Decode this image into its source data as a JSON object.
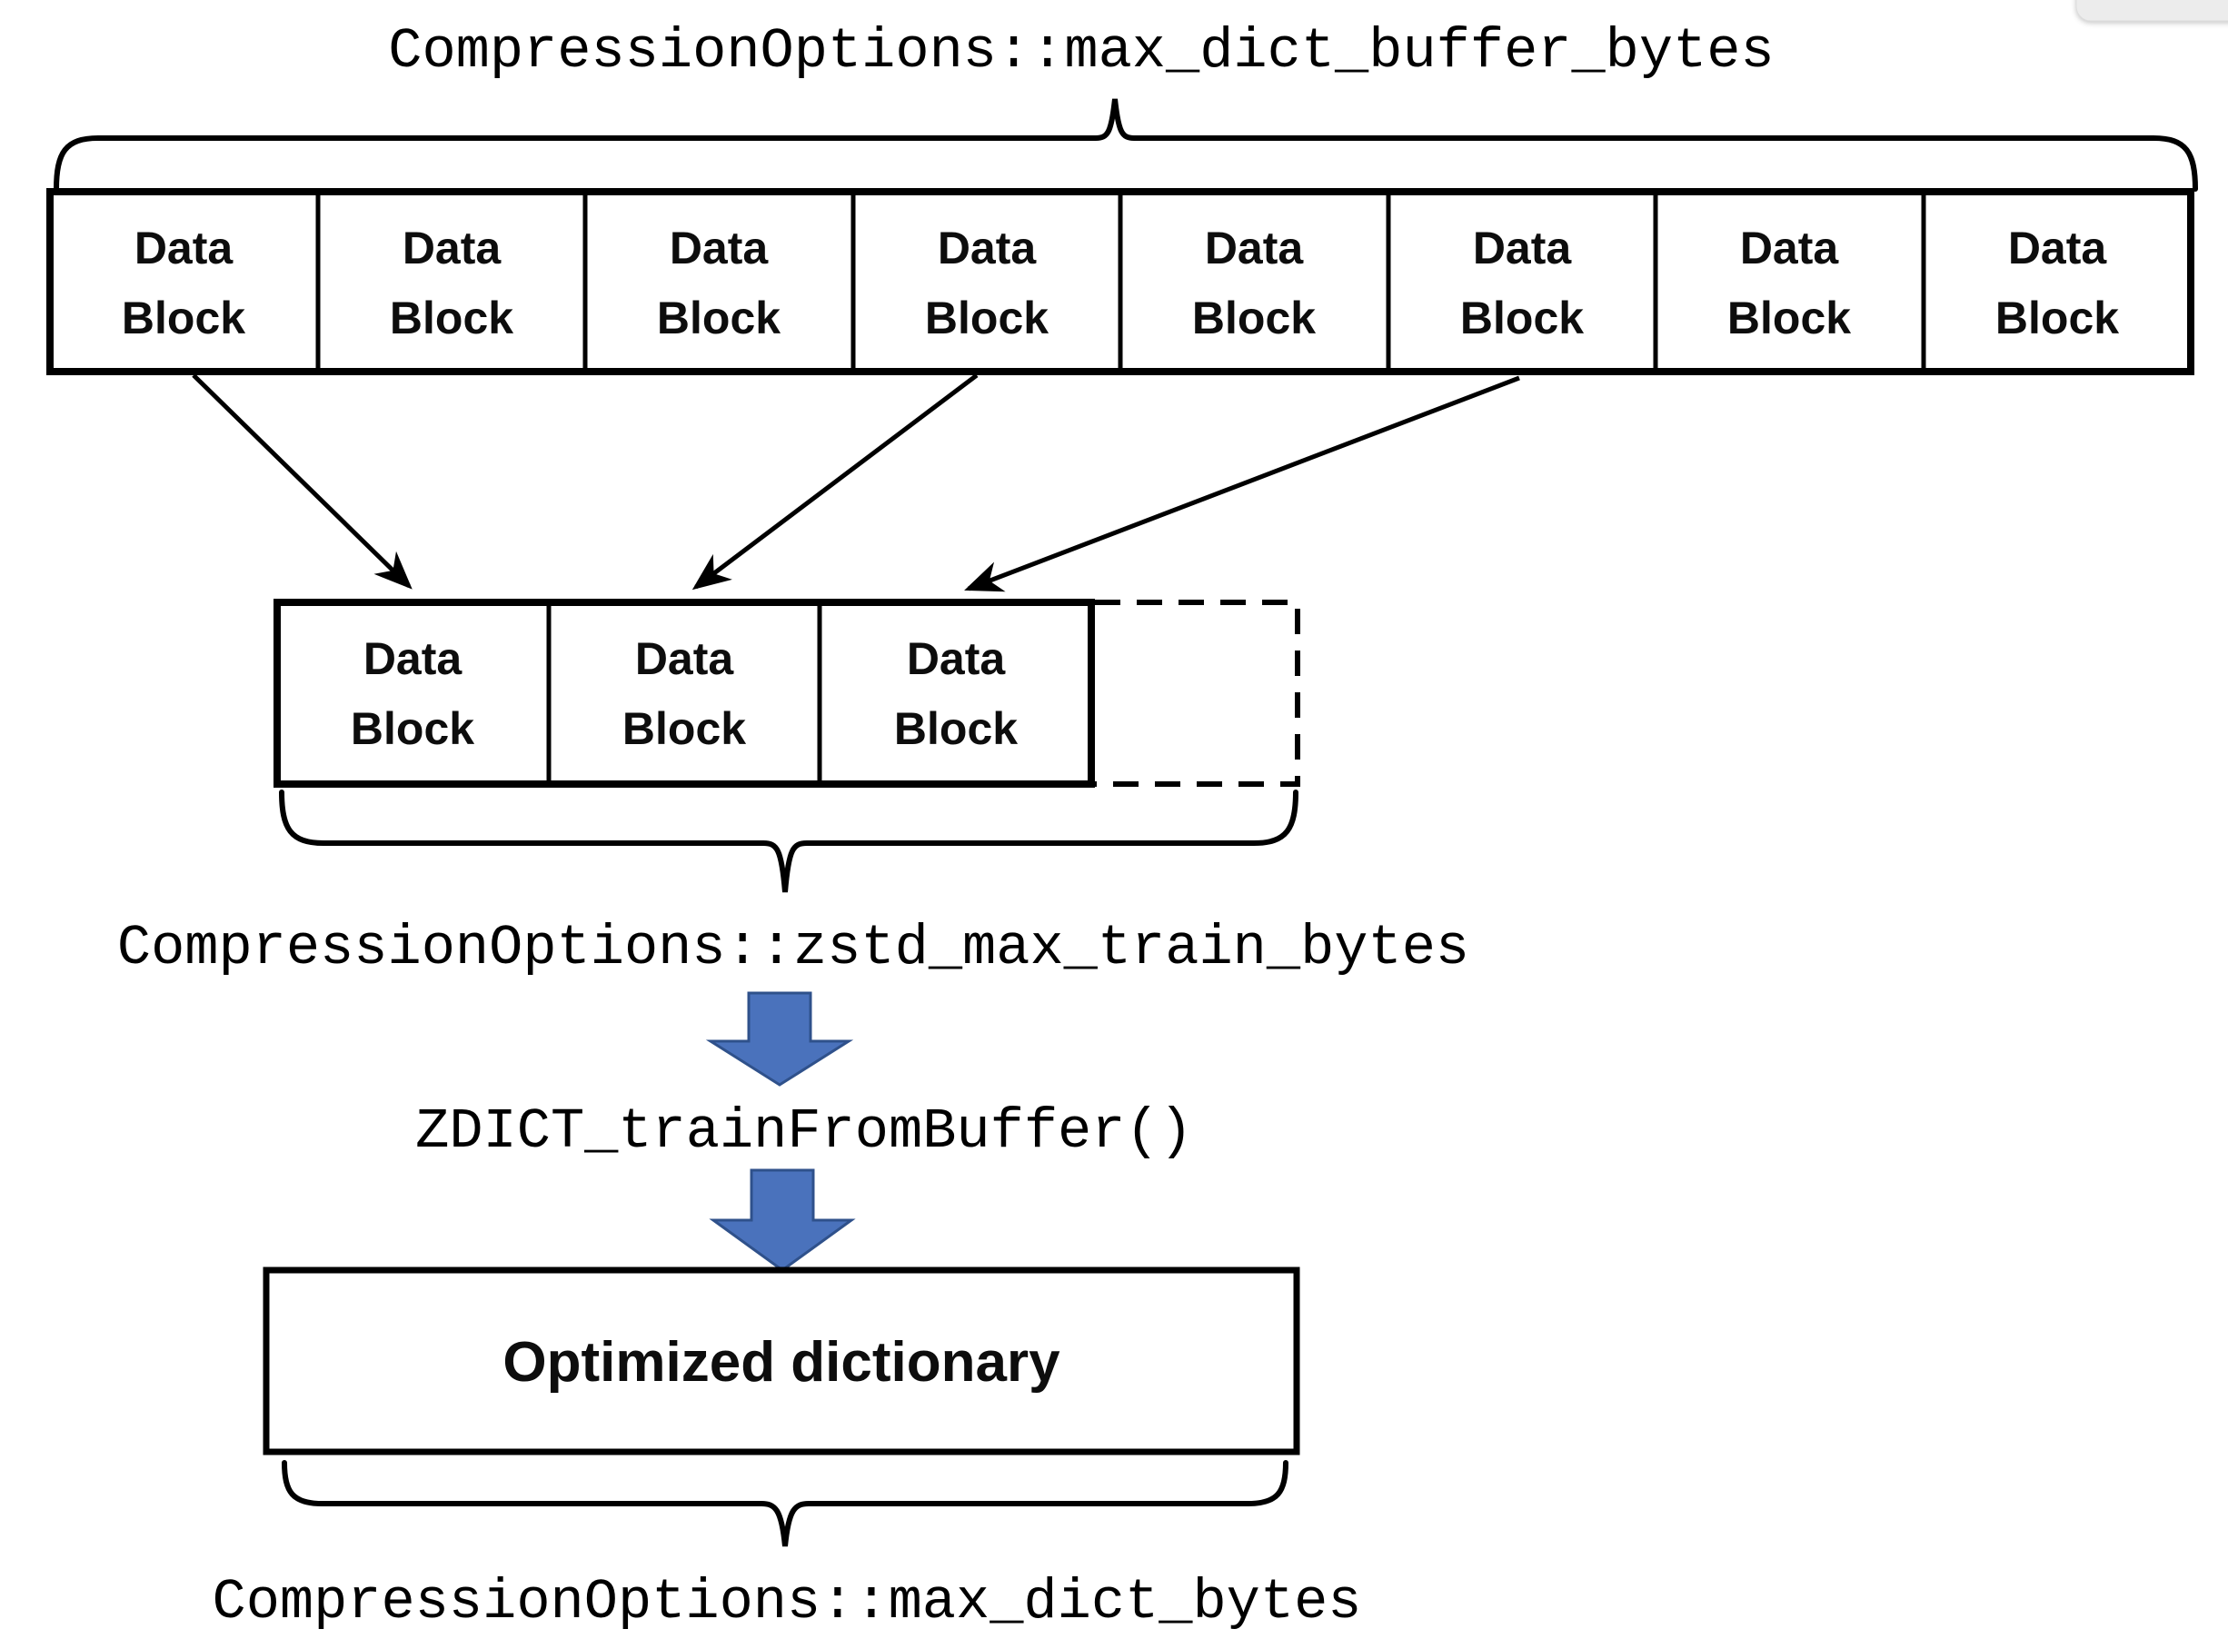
{
  "diagram": {
    "title": "CompressionOptions::max_dict_buffer_bytes",
    "buffer_row": {
      "blocks": [
        {
          "line1": "Data",
          "line2": "Block"
        },
        {
          "line1": "Data",
          "line2": "Block"
        },
        {
          "line1": "Data",
          "line2": "Block"
        },
        {
          "line1": "Data",
          "line2": "Block"
        },
        {
          "line1": "Data",
          "line2": "Block"
        },
        {
          "line1": "Data",
          "line2": "Block"
        },
        {
          "line1": "Data",
          "line2": "Block"
        },
        {
          "line1": "Data",
          "line2": "Block"
        }
      ]
    },
    "sample_row": {
      "blocks": [
        {
          "line1": "Data",
          "line2": "Block"
        },
        {
          "line1": "Data",
          "line2": "Block"
        },
        {
          "line1": "Data",
          "line2": "Block"
        }
      ],
      "has_dashed_placeholder": true
    },
    "train_size_label": "CompressionOptions::zstd_max_train_bytes",
    "train_function_label": "ZDICT_trainFromBuffer()",
    "dictionary_box": {
      "label": "Optimized dictionary"
    },
    "dict_size_label": "CompressionOptions::max_dict_bytes",
    "colors": {
      "line": "#000000",
      "arrow_fill": "#4a72bc",
      "arrow_stroke": "#2f518b",
      "background": "#ffffff",
      "corner_overlay": "#ececec"
    }
  }
}
